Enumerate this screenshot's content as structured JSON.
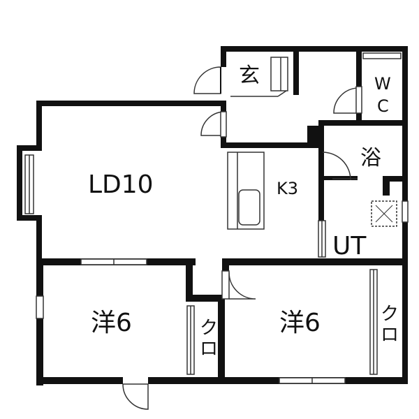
{
  "floor_plan": {
    "colors": {
      "wall": "#111111",
      "background": "#ffffff",
      "fixture_stroke": "#333333",
      "window_line": "#333333"
    },
    "rooms": {
      "ld": "LD10",
      "kitchen": "K3",
      "entrance": "玄",
      "wc_line1": "W",
      "wc_line2": "C",
      "bath": "浴",
      "utility": "UT",
      "western_left": "洋6",
      "western_right": "洋6",
      "closet_left_line1": "ク",
      "closet_left_line2": "ロ",
      "closet_right_line1": "ク",
      "closet_right_line2": "ロ"
    },
    "fixtures": [
      "kitchen-sink-icon",
      "washer-pan-icon",
      "door-swing-icon",
      "window-icon"
    ]
  }
}
